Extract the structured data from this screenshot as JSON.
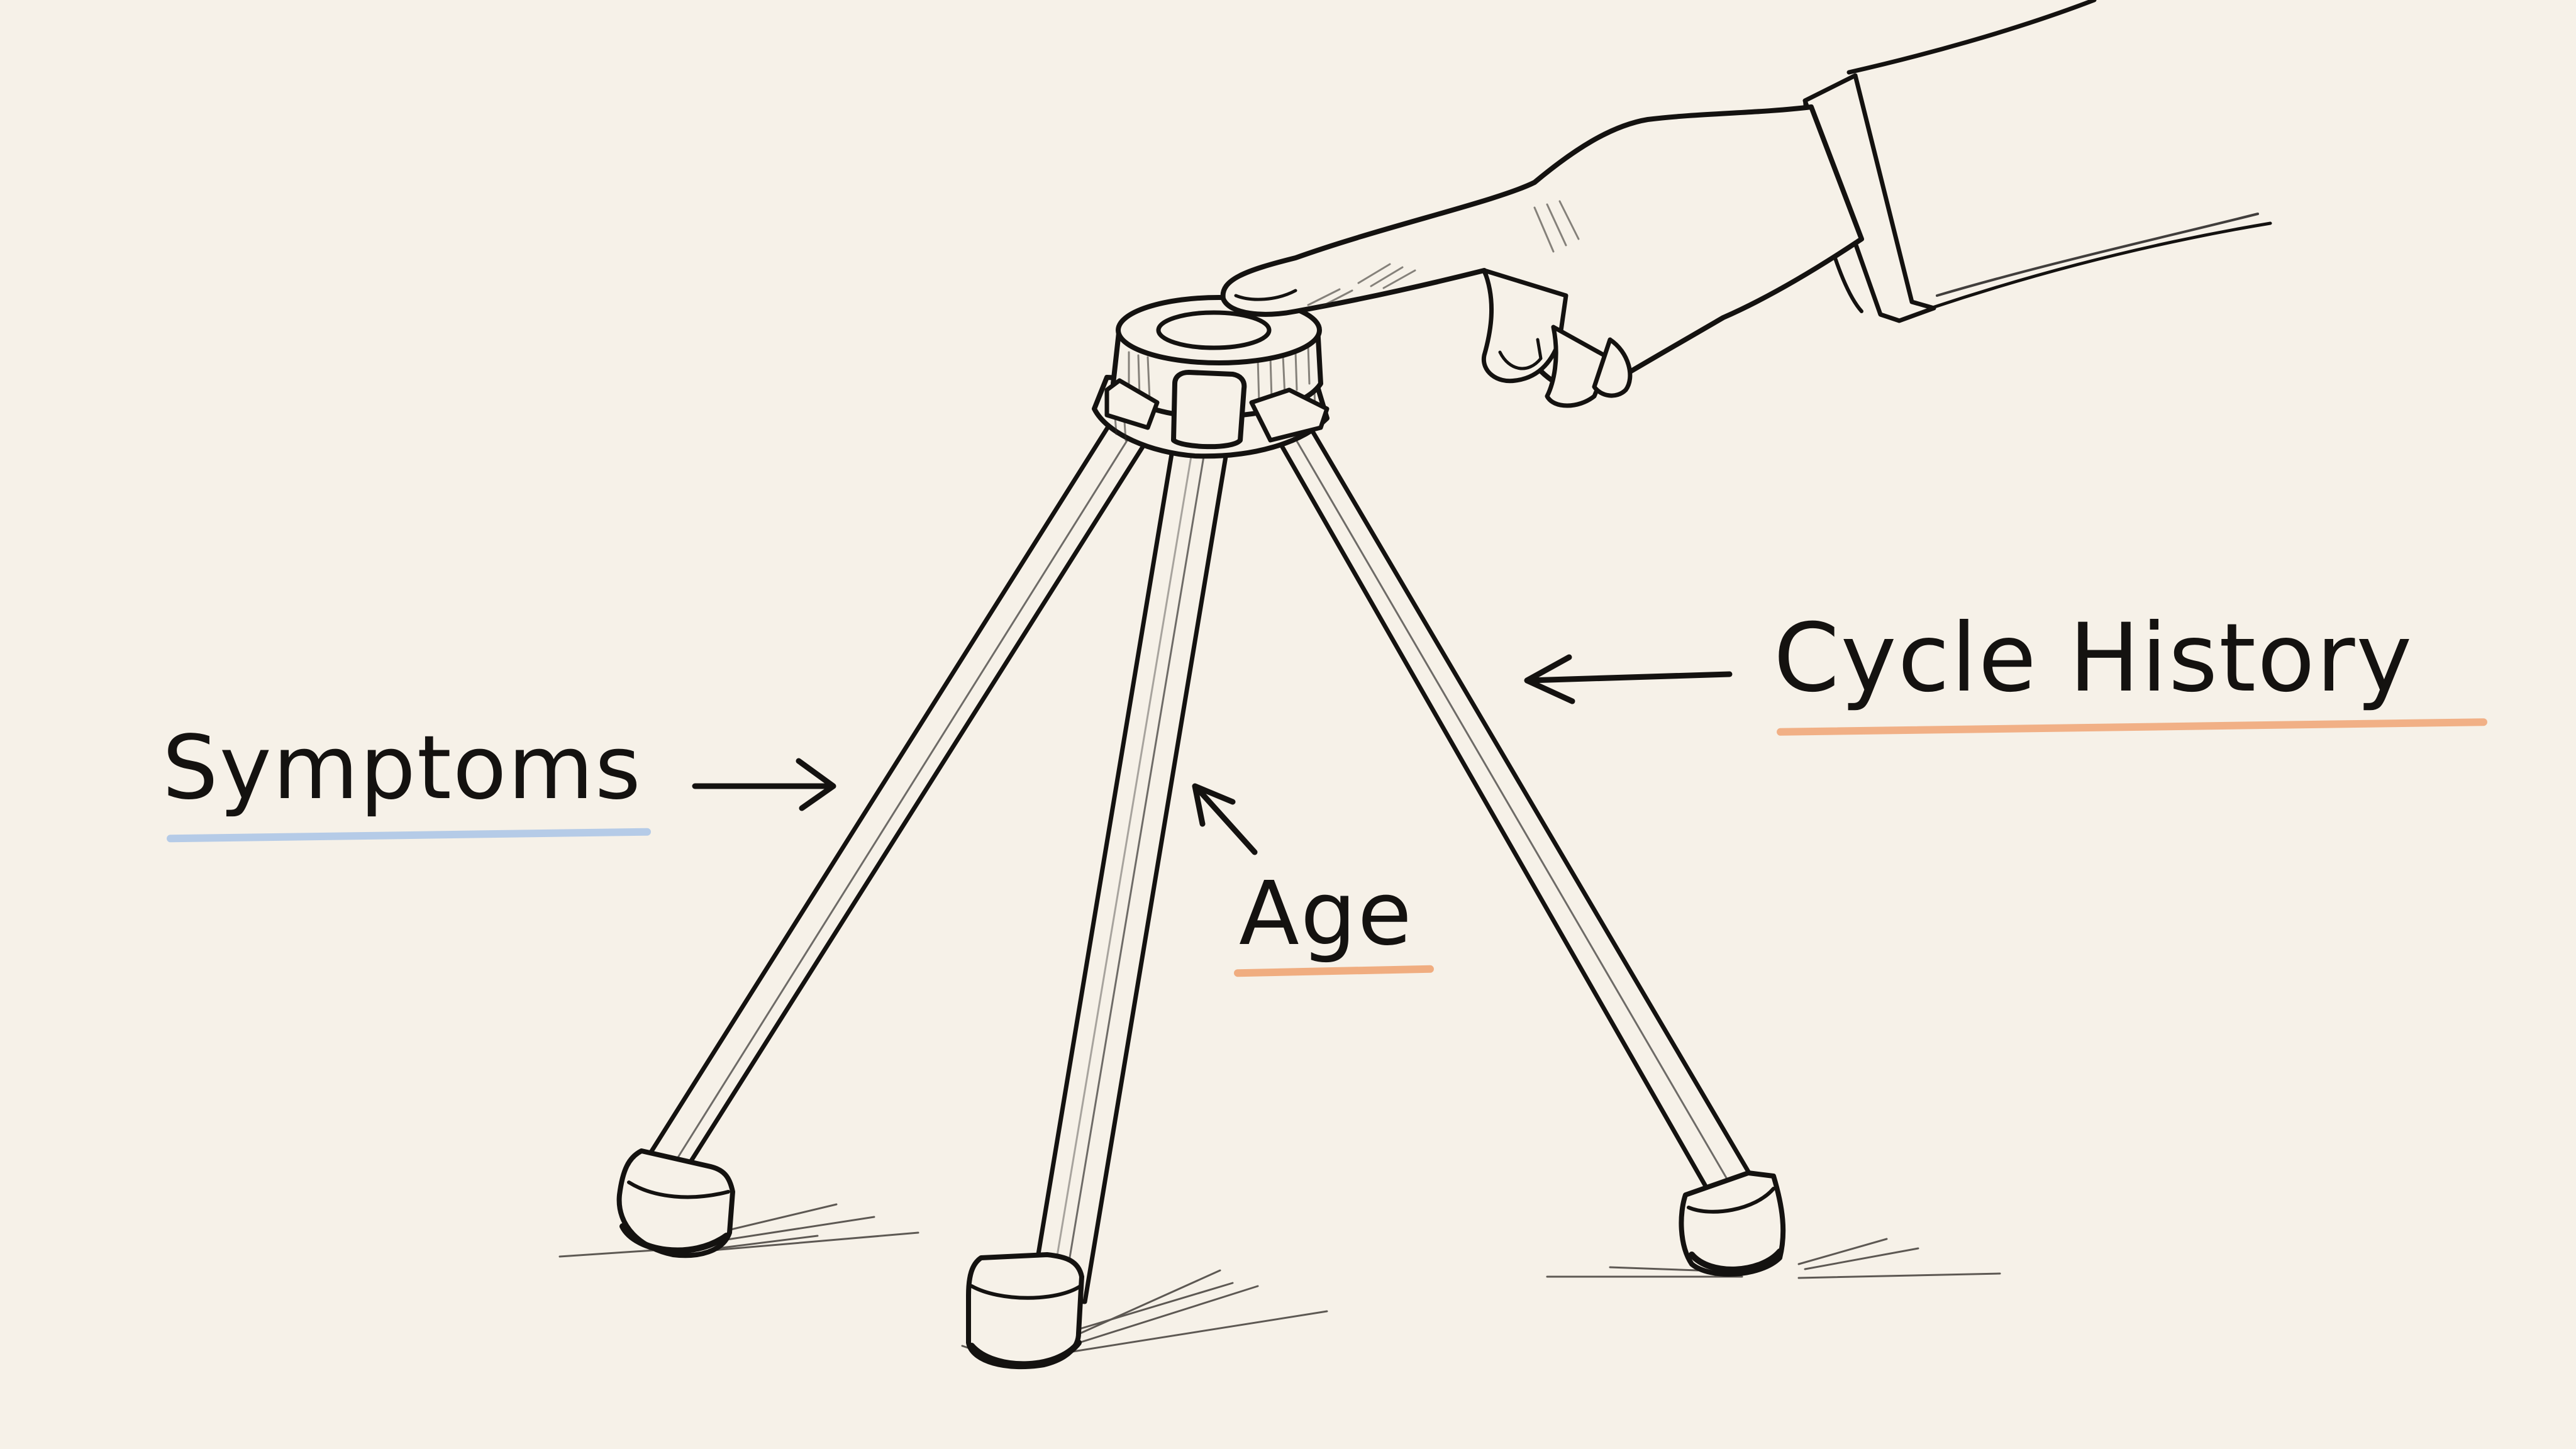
{
  "illustration": {
    "title": "Three-legged stool",
    "style": "hand-drawn pencil sketch",
    "background_color": "#f6f1e8",
    "ink_color": "#141210"
  },
  "labels": {
    "symptoms": {
      "text": "Symptoms",
      "underline_color": "#a9c4e6",
      "arrow_direction": "right"
    },
    "age": {
      "text": "Age",
      "underline_color": "#f0a574",
      "arrow_direction": "up-left"
    },
    "cycle_history": {
      "text": "Cycle History",
      "underline_color": "#f0a574",
      "arrow_direction": "left"
    }
  },
  "elements": {
    "stool_seat": "stool-seat",
    "legs": [
      "left-leg",
      "center-leg",
      "right-leg"
    ],
    "hand": "pointing-hand-pressing-seat"
  }
}
